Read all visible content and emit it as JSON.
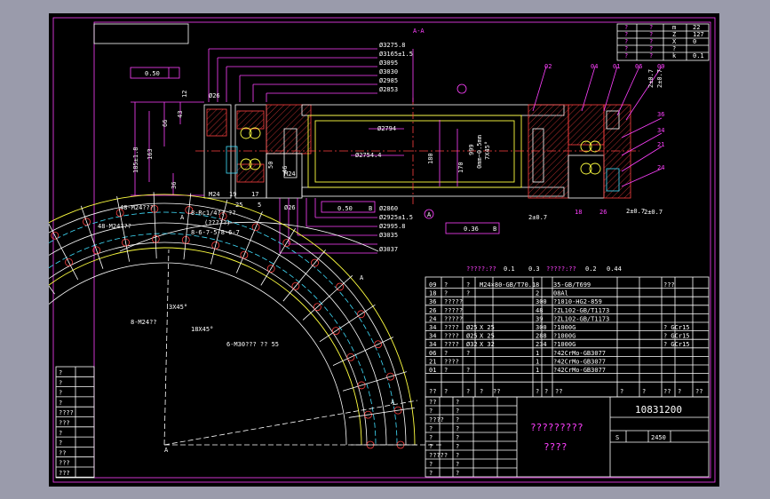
{
  "section_label": "A-A",
  "top_right_table": {
    "rows": [
      {
        "cells": [
          "?",
          "?",
          "m",
          "22"
        ]
      },
      {
        "cells": [
          "?",
          "?",
          "Z",
          "127"
        ]
      },
      {
        "cells": [
          "?",
          "?",
          "X",
          "0"
        ]
      },
      {
        "cells": [
          "?",
          "?",
          "?",
          ""
        ]
      },
      {
        "cells": [
          "?",
          "?",
          "k",
          "0.1"
        ]
      }
    ]
  },
  "dimensions_top": [
    "Ø3275.8",
    "Ø3165±1.5",
    "Ø3095",
    "Ø3030",
    "Ø2985",
    "Ø2853"
  ],
  "dimensions_bottom": [
    "Ø2860",
    "Ø2925±1.5",
    "Ø2995.8",
    "Ø3035",
    "Ø3037"
  ],
  "left_dims": [
    "12",
    "43",
    "66",
    "185±1.8",
    "163",
    "36",
    "0.50",
    "Ø26",
    "M24",
    "19",
    "25",
    "17",
    "5"
  ],
  "mid_dims": [
    "Ø2794",
    "Ø2754.4",
    "180",
    "170",
    "50",
    "46",
    "M24",
    "Ø26",
    "0.50",
    "B",
    "A",
    "0.36",
    "B"
  ],
  "mid_annotations": [
    "999",
    "0mm~0.5mm",
    "7X45°"
  ],
  "right_labels": [
    "02",
    "04",
    "01",
    "06",
    "09",
    "36",
    "34",
    "21",
    "24",
    "18",
    "26"
  ],
  "right_dims": [
    "2±0.7",
    "2±0.7",
    "2±0.7",
    "2±0.7",
    "2±0.7"
  ],
  "tolerance_line": {
    "label": "?????:??",
    "v1": "0.1",
    "v2": "0.3",
    "label2": "?????:??",
    "v3": "0.2",
    "v4": "0.44"
  },
  "arc_labels": [
    "48-M24???",
    "48-M24???",
    "8-Rc1/4?? ??",
    "(?????)",
    "8-6-7-5-8-6-7",
    "8-M24??",
    "3X45°",
    "18X45°",
    "6-M30??? ?? 55",
    "A",
    "A",
    "A",
    "A"
  ],
  "bom_rows": [
    {
      "no": "09",
      "a": "?",
      "b": "?",
      "c": "M24×80-GB/T70.1",
      "qty": "8",
      "mat": "35-GB/T699",
      "note": "???"
    },
    {
      "no": "18",
      "a": "?",
      "b": "?",
      "c": "",
      "qty": "2",
      "mat": "08Al",
      "note": ""
    },
    {
      "no": "36",
      "a": "?????",
      "b": "",
      "c": "",
      "qty": "300",
      "mat": "?1010-HG2-859",
      "note": ""
    },
    {
      "no": "26",
      "a": "?????",
      "b": "",
      "c": "",
      "qty": "48",
      "mat": "?ZL102-GB/T1173",
      "note": ""
    },
    {
      "no": "24",
      "a": "?????",
      "b": "",
      "c": "",
      "qty": "39",
      "mat": "?ZL102-GB/T1173",
      "note": ""
    },
    {
      "no": "34",
      "a": "????",
      "b": "Ø25",
      "c": "X 25",
      "qty": "300",
      "mat": "?1000G",
      "note": "? GCr15"
    },
    {
      "no": "34",
      "a": "????",
      "b": "Ø25",
      "c": "X 25",
      "qty": "288",
      "mat": "?1000G",
      "note": "? GCr15"
    },
    {
      "no": "34",
      "a": "????",
      "b": "Ø32",
      "c": "X 32",
      "qty": "234",
      "mat": "?1000G",
      "note": "? GCr15"
    },
    {
      "no": "06",
      "a": "?",
      "b": "?",
      "c": "",
      "qty": "1",
      "mat": "?42CrMo-GB3077",
      "note": ""
    },
    {
      "no": "21",
      "a": "????",
      "b": "",
      "c": "",
      "qty": "1",
      "mat": "?42CrMo-GB3077",
      "note": ""
    },
    {
      "no": "01",
      "a": "?",
      "b": "?",
      "c": "",
      "qty": "1",
      "mat": "?42CrMo-GB3077",
      "note": ""
    }
  ],
  "bom_header": [
    "??",
    "?",
    "?",
    "?",
    "??",
    "?",
    "?",
    "??",
    "?",
    "?",
    "??",
    "?",
    "??"
  ],
  "title_block": {
    "drawing_no": "10831200",
    "title_line1": "?????????",
    "title_line2": "????",
    "scale_label": "S",
    "value": "2450",
    "left_cells": [
      "??",
      "?",
      "?",
      "?",
      "????",
      "?",
      "?",
      "?",
      "?",
      "?",
      "?",
      "?",
      "?????",
      "?",
      "?",
      "?",
      "?",
      "?"
    ]
  },
  "left_margin_cells": [
    "?",
    "?",
    "?",
    "?",
    "????",
    "???",
    "?",
    "?",
    "??",
    "???",
    "???"
  ]
}
